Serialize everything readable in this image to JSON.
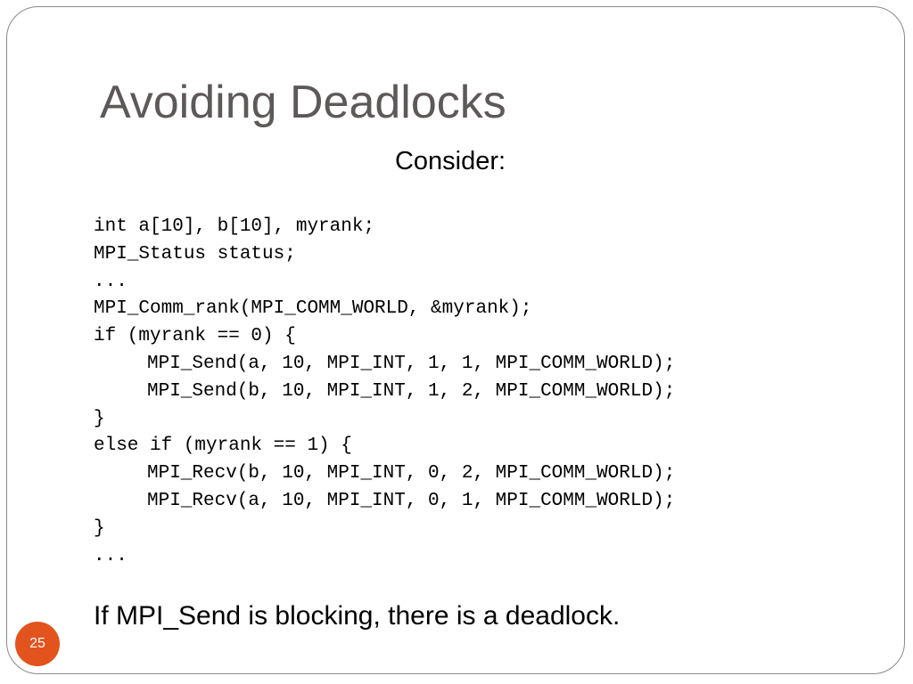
{
  "slide": {
    "title": "Avoiding Deadlocks",
    "subtitle": "Consider:",
    "code_lines": [
      "int a[10], b[10], myrank;",
      "MPI_Status status;",
      "...",
      "MPI_Comm_rank(MPI_COMM_WORLD, &myrank);",
      "if (myrank == 0) {",
      "MPI_Send(a, 10, MPI_INT, 1, 1, MPI_COMM_WORLD);",
      "MPI_Send(b, 10, MPI_INT, 1, 2, MPI_COMM_WORLD);",
      "}",
      "else if (myrank == 1) {",
      "MPI_Recv(b, 10, MPI_INT, 0, 2, MPI_COMM_WORLD);",
      "MPI_Recv(a, 10, MPI_INT, 0, 1, MPI_COMM_WORLD);",
      "}",
      "..."
    ],
    "conclusion": "If MPI_Send is blocking, there is a deadlock.",
    "page_number": "25"
  },
  "colors": {
    "title": "#5e5959",
    "page_badge": "#e2531e",
    "frame_border": "#8a8a8a"
  }
}
